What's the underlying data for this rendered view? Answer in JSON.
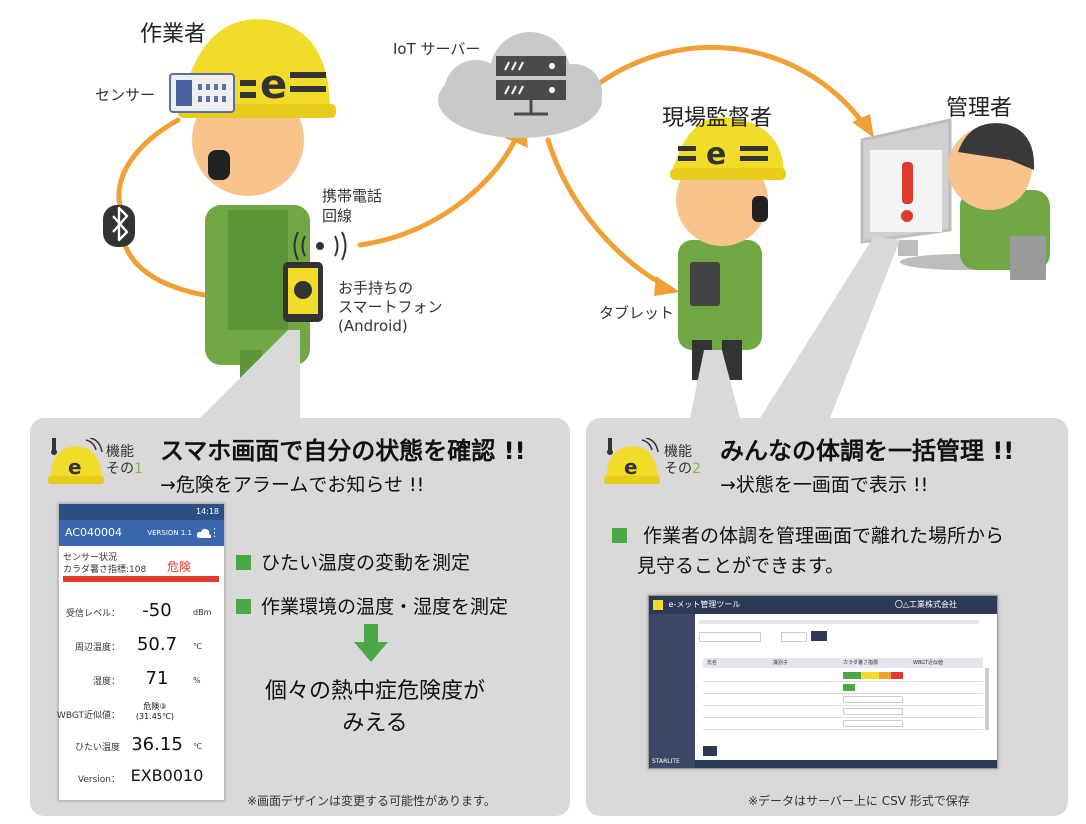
{
  "labels": {
    "worker": "作業者",
    "sensor": "センサー",
    "iot_server": "IoT サーバー",
    "mobile_line": [
      "携帯電話",
      "回線"
    ],
    "smartphone": [
      "お手持ちの",
      "スマートフォン",
      "(Android)"
    ],
    "supervisor": "現場監督者",
    "manager": "管理者",
    "tablet": "タブレット"
  },
  "panel1": {
    "kino": "機能",
    "sono": "その",
    "num": "1",
    "title": "スマホ画面で自分の状態を確認 !!",
    "subtitle": "→危険をアラームでお知らせ !!",
    "bullets": [
      "ひたい温度の変動を測定",
      "作業環境の温度・湿度を測定"
    ],
    "result": [
      "個々の熱中症危険度が",
      "みえる"
    ],
    "note": "※画面デザインは変更する可能性があります。"
  },
  "panel2": {
    "kino": "機能",
    "sono": "その",
    "num": "2",
    "title": "みんなの体調を一括管理 !!",
    "subtitle": "→状態を一画面で表示 !!",
    "bullet": [
      "作業者の体調を管理画面で離れた場所から",
      "見守ることができます。"
    ],
    "note": "※データはサーバー上に CSV 形式で保存"
  },
  "phone": {
    "status": "14:18",
    "device_id": "AC040004",
    "version_label": "VERSION 1.1",
    "sensor_status": "センサー状況",
    "body_index": "カラダ暑さ指標:108",
    "danger": "危険",
    "rows": [
      {
        "label": "受信レベル：",
        "value": "-50",
        "unit": "dBm"
      },
      {
        "label": "周辺温度：",
        "value": "50.7",
        "unit": "℃"
      },
      {
        "label": "湿度：",
        "value": "71",
        "unit": "%"
      },
      {
        "label": "WBGT近似値：",
        "value": "危険③ (31.45℃)",
        "unit": ""
      },
      {
        "label": "ひたい温度",
        "value": "36.15",
        "unit": "℃"
      },
      {
        "label": "Version：",
        "value": "EXB0010",
        "unit": ""
      }
    ]
  },
  "admin": {
    "app_name": "e-メット管理ツール",
    "company": "〇△工業株式会社",
    "footer_brand": "STARLITE",
    "columns": [
      "氏名",
      "識別子",
      "カラダ暑さ指標",
      "WBGT近似値"
    ]
  },
  "colors": {
    "panel_bg": "#d9d9d9",
    "accent_green": "#4aa845",
    "helmet_yellow": "#f2dc2a",
    "arrow_orange": "#f0a035",
    "cloud_gray": "#c9c9c9",
    "danger_red": "#e03a2f"
  }
}
